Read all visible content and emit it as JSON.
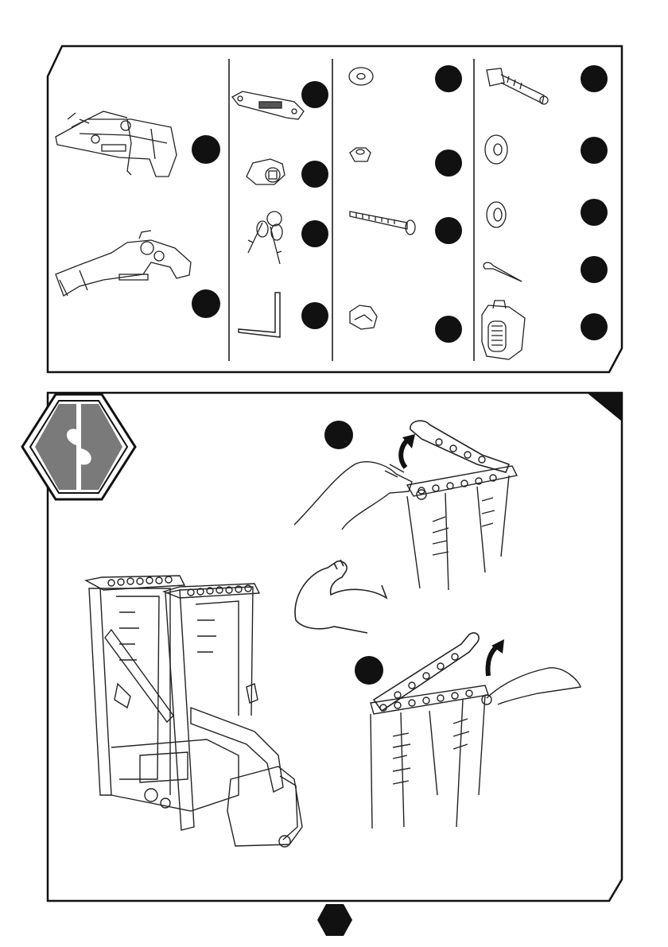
{
  "page": {
    "background": "#ffffff",
    "ink": "#111111",
    "accent_grey": "#7a7a7a"
  },
  "parts_panel": {
    "columns": [
      {
        "items": [
          "bike-carrier-main-unit",
          "bike-carrier-extension-unit"
        ]
      },
      {
        "items": [
          "tow-strap-plate",
          "coupling-lock-knob",
          "key-set",
          "allen-key"
        ]
      },
      {
        "items": [
          "flat-washer",
          "lock-nut",
          "threaded-bolt",
          "rubber-spacer"
        ]
      },
      {
        "items": [
          "hinge-bolt",
          "large-washer",
          "spring-washer",
          "split-pin",
          "number-plate-light"
        ]
      }
    ]
  },
  "assembly_panel": {
    "icon": "two-person-assembly-icon",
    "steps": [
      {
        "icon": "lift-strap-arrow-icon"
      },
      {
        "icon": "strength-arm-icon"
      },
      {
        "icon": "lift-strap-arrow-icon"
      }
    ]
  }
}
